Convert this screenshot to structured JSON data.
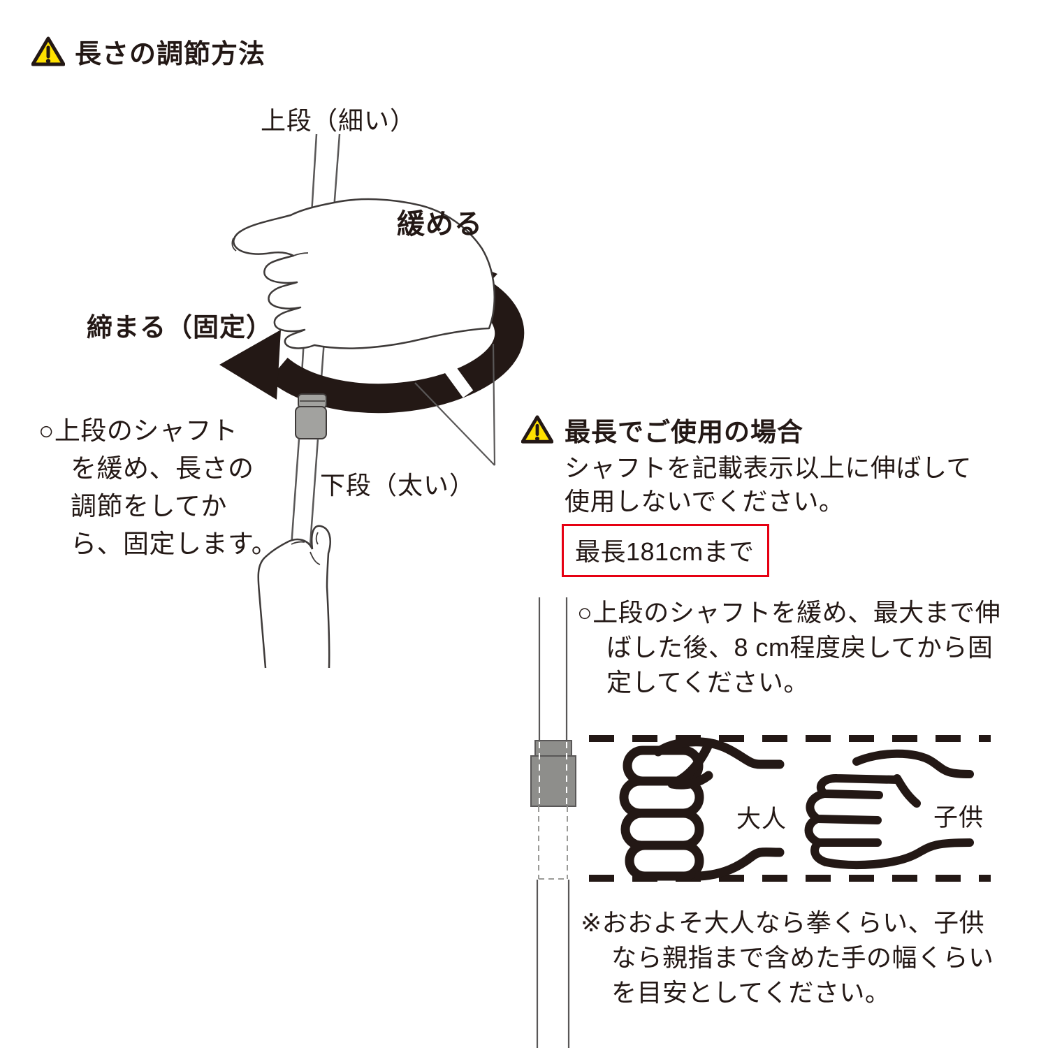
{
  "page": {
    "title": "長さの調節方法",
    "colors": {
      "ink": "#231815",
      "warning_yellow": "#ffe100",
      "alert_red": "#e60012",
      "connector_gray": "#8e8e8b",
      "line_gray": "#595757"
    }
  },
  "adjust_section": {
    "heading": "長さの調節方法",
    "upper_shaft_label": "上段（細い）",
    "loosen_label": "緩める",
    "tighten_label": "締まる（固定）",
    "lower_shaft_label": "下段（太い）",
    "note_lines": [
      "○上段のシャフト",
      "を緩め、長さの",
      "調節をしてか",
      "ら、固定します。"
    ]
  },
  "max_length_section": {
    "heading": "最長でご使用の場合",
    "body_lines": [
      "シャフトを記載表示以上に伸ばして",
      "使用しないでください。"
    ],
    "max_badge": "最長181cmまで",
    "instruction_lines": [
      "○上段のシャフトを緩め、最大まで伸",
      "ばした後、8 cm程度戻してから固",
      "定してください。"
    ],
    "adult_label": "大人",
    "child_label": "子供",
    "note_lines": [
      "※おおよそ大人なら拳くらい、子供",
      "なら親指まで含めた手の幅くらい",
      "を目安としてください。"
    ]
  }
}
